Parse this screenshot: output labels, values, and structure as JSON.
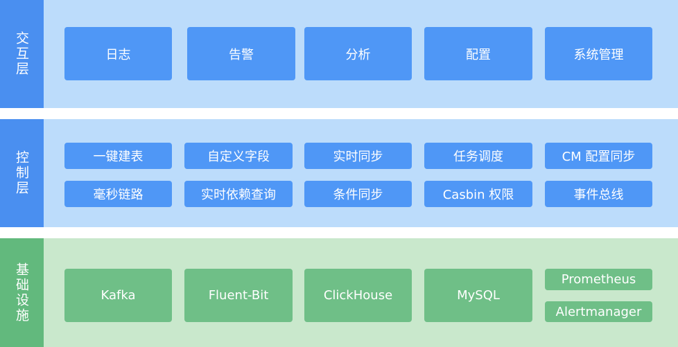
{
  "layers": [
    {
      "label": "交互层",
      "items": [
        "日志",
        "告警",
        "分析",
        "配置",
        "系统管理"
      ]
    },
    {
      "label": "控制层",
      "items": [
        "一键建表",
        "自定义字段",
        "实时同步",
        "任务调度",
        "CM 配置同步",
        "毫秒链路",
        "实时依赖查询",
        "条件同步",
        "Casbin 权限",
        "事件总线"
      ]
    },
    {
      "label": "基础设施",
      "items": [
        "Kafka",
        "Fluent-Bit",
        "ClickHouse",
        "MySQL",
        "Prometheus",
        "Alertmanager"
      ]
    }
  ],
  "colors": {
    "interaction_label": "#4a8ff0",
    "interaction_bg": "#bcdcfb",
    "interaction_box": "#4f97f6",
    "infra_label": "#62b97d",
    "infra_bg": "#c9e8cc",
    "infra_box": "#6fbf87"
  }
}
